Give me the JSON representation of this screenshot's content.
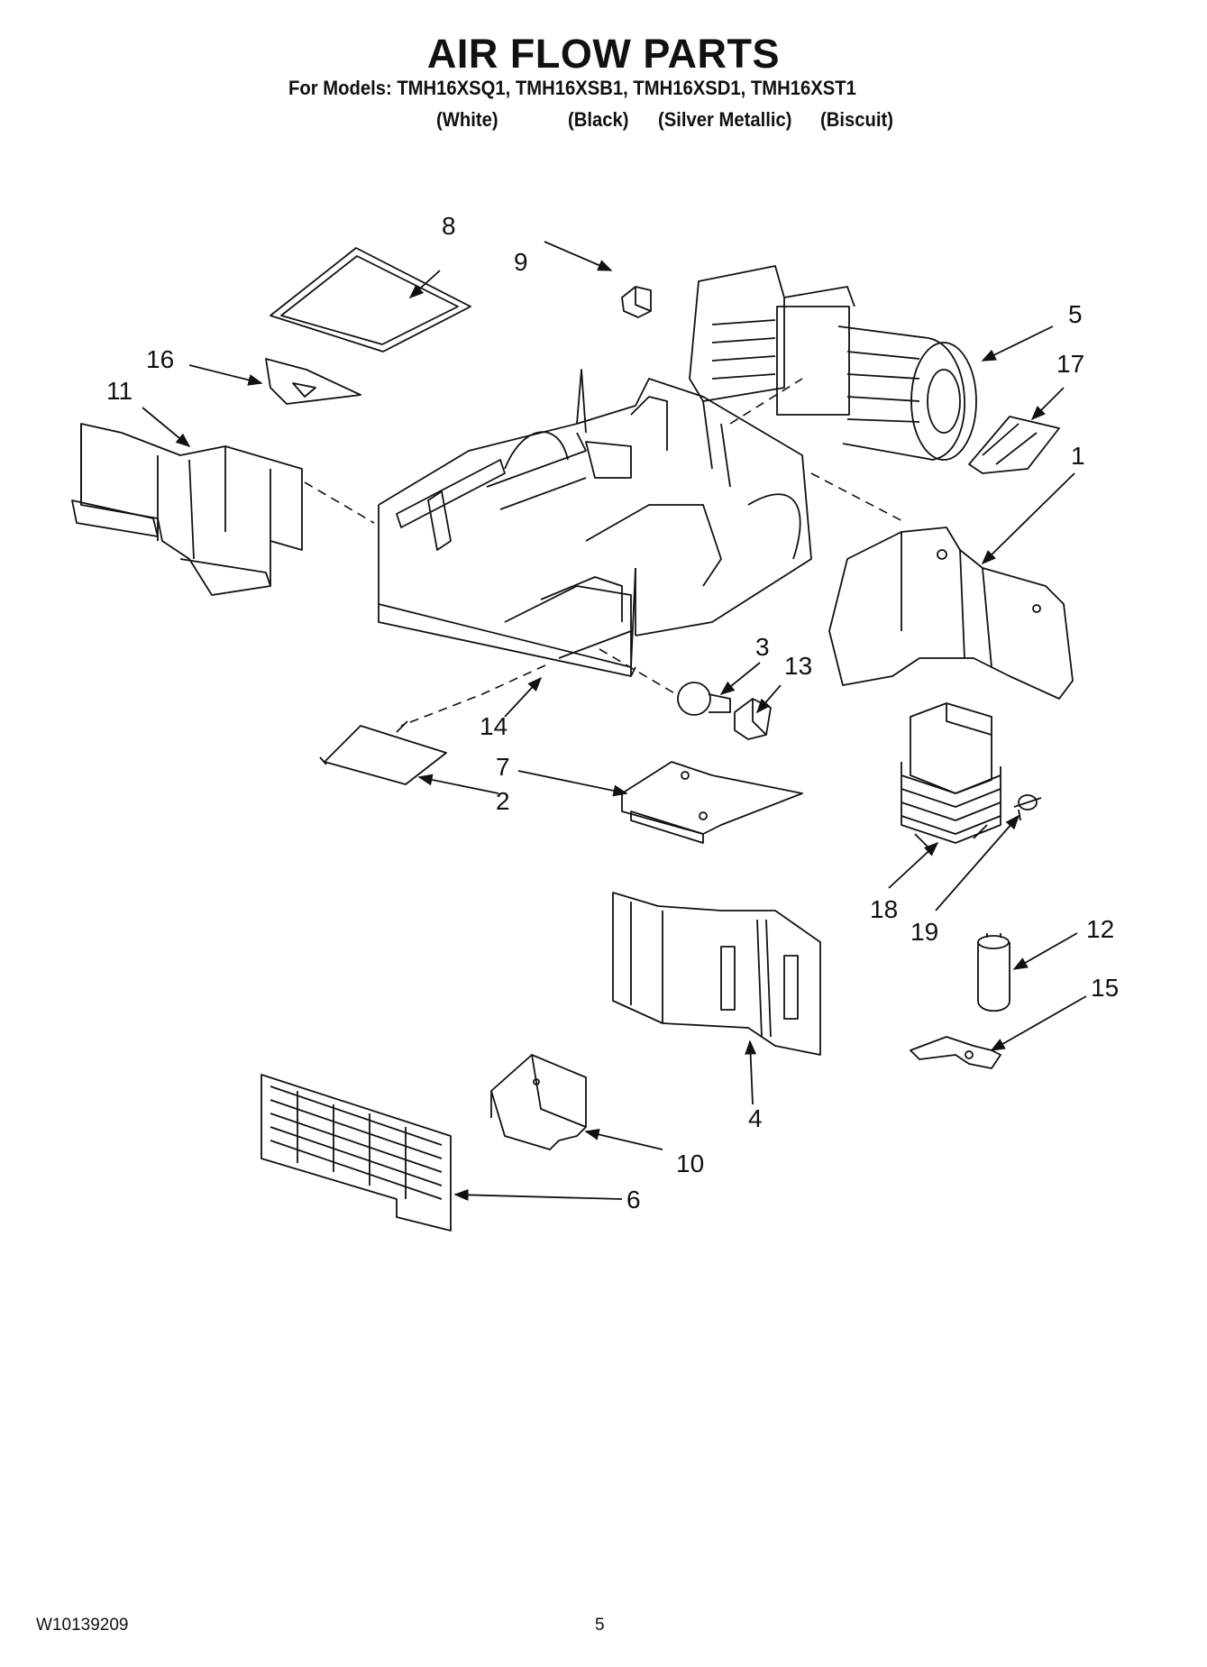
{
  "header": {
    "title": "AIR FLOW PARTS",
    "models_line": "For Models: TMH16XSQ1, TMH16XSB1, TMH16XSD1, TMH16XST1",
    "colors": [
      "(White)",
      "(Black)",
      "(Silver Metallic)",
      "(Biscuit)"
    ]
  },
  "callouts": {
    "c1": "1",
    "c2": "2",
    "c3": "3",
    "c4": "4",
    "c5": "5",
    "c6": "6",
    "c7": "7",
    "c8": "8",
    "c9": "9",
    "c10": "10",
    "c11": "11",
    "c12": "12",
    "c13": "13",
    "c14": "14",
    "c15": "15",
    "c16": "16",
    "c17": "17",
    "c18": "18",
    "c19": "19"
  },
  "footer": {
    "doc_number": "W10139209",
    "page_number": "5"
  }
}
